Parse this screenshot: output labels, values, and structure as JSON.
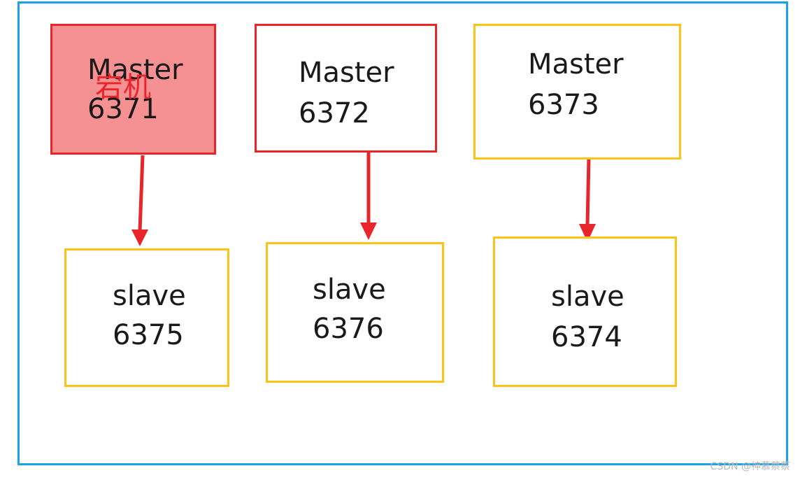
{
  "diagram": {
    "masters": [
      {
        "line1": "Master",
        "line2": "6371",
        "status": "宕机"
      },
      {
        "line1": "Master",
        "line2": "6372"
      },
      {
        "line1": "Master",
        "line2": "6373"
      }
    ],
    "slaves": [
      {
        "line1": "slave",
        "line2": "6375"
      },
      {
        "line1": "slave",
        "line2": "6376"
      },
      {
        "line1": "slave",
        "line2": "6374"
      }
    ],
    "colors": {
      "frame": "#1aa3e8",
      "master_border_red": "#e8252b",
      "node_border_yellow": "#fcc419",
      "failed_fill": "#f59193",
      "arrow": "#e8252b"
    }
  },
  "watermark": "CSDN @神慕蔡蔡"
}
